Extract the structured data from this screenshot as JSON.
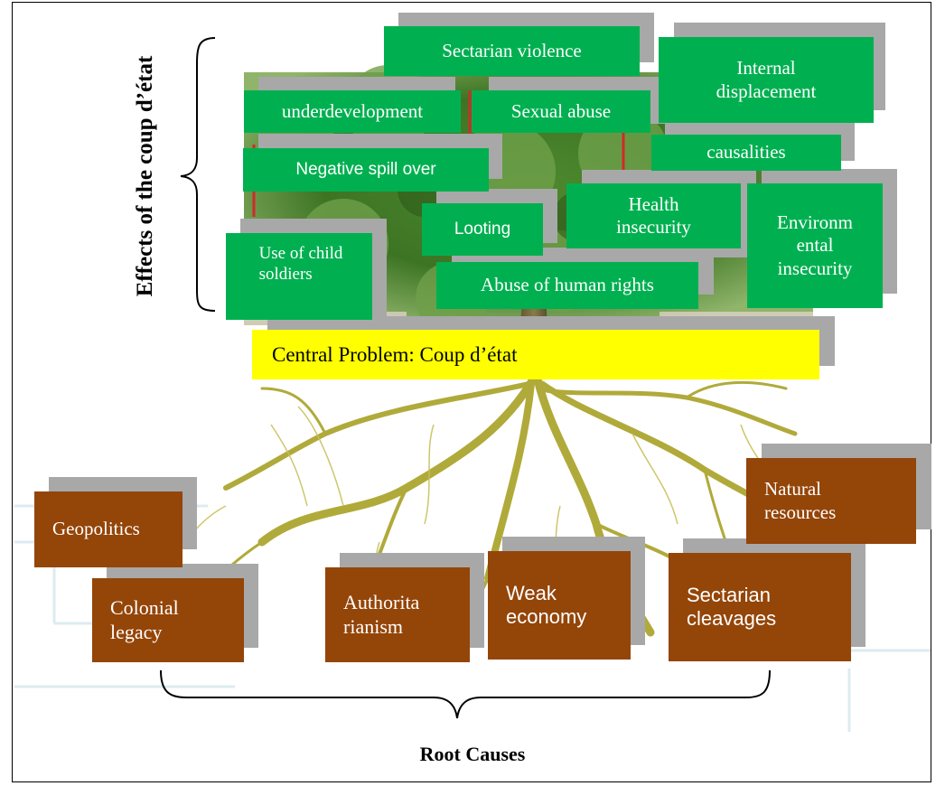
{
  "title_effects": "Effects of the coup d’état",
  "title_causes": "Root Causes",
  "central_problem": "Central Problem: Coup d’état",
  "effects": {
    "sectarian_violence": "Sectarian violence",
    "internal_displacement": [
      "Internal",
      "displacement"
    ],
    "underdevelopment": "underdevelopment",
    "sexual_abuse": "Sexual abuse",
    "causalities": "causalities",
    "negative_spill_over": "Negative spill over",
    "looting": "Looting",
    "health_insecurity": [
      "Health",
      "insecurity"
    ],
    "environmental_insecurity": [
      "Environm",
      "ental",
      "insecurity"
    ],
    "use_of_child_soldiers": [
      "Use of child",
      "soldiers"
    ],
    "abuse_of_human_rights": "Abuse of human rights"
  },
  "causes": {
    "geopolitics": "Geopolitics",
    "natural_resources": [
      "Natural",
      "resources"
    ],
    "colonial_legacy": [
      "Colonial",
      "legacy"
    ],
    "authoritarianism": [
      "Authorita",
      "rianism"
    ],
    "weak_economy": [
      "Weak",
      "economy"
    ],
    "sectarian_cleavages": [
      "Sectarian",
      "cleavages"
    ]
  },
  "colors": {
    "effect_box": "#00b050",
    "cause_box": "#944508",
    "central_box": "#ffff00",
    "shadow": "#a8a8a8"
  }
}
